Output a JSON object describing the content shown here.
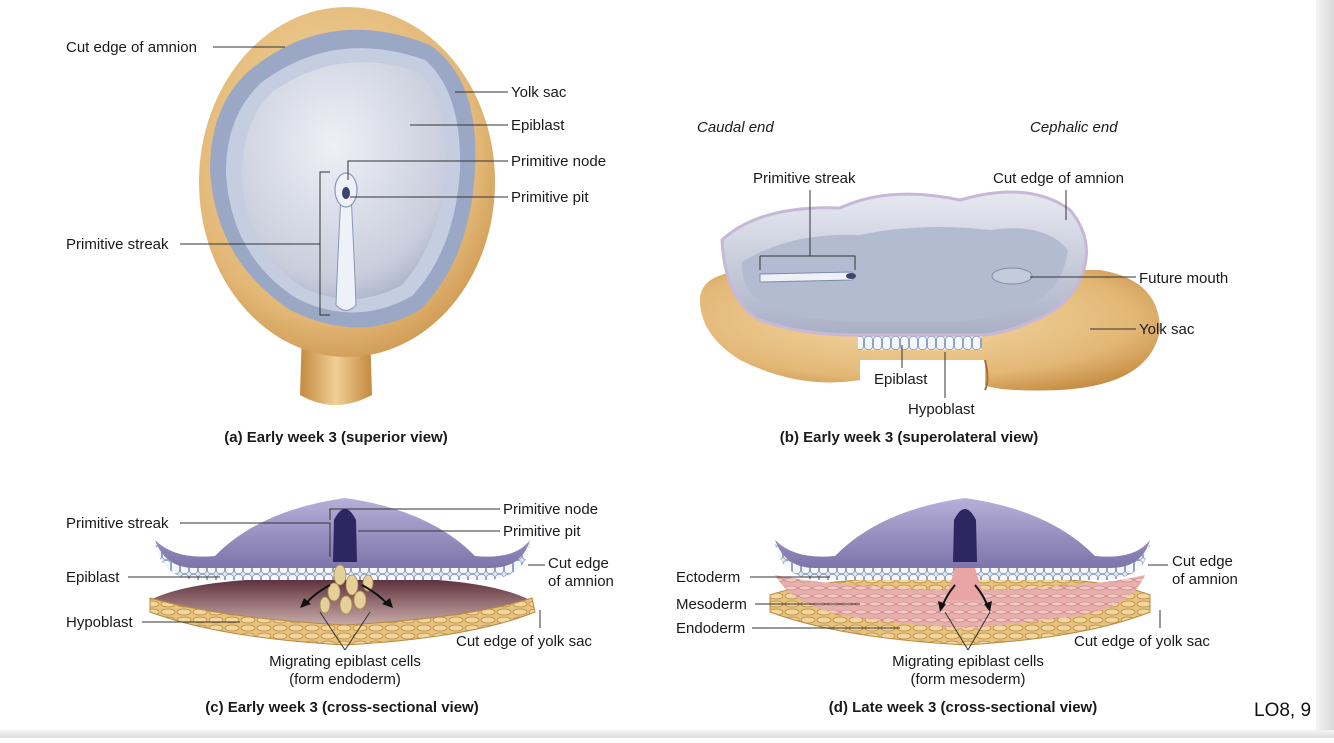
{
  "panel_a": {
    "cut_edge_amnion": "Cut edge of amnion",
    "yolk_sac": "Yolk sac",
    "epiblast": "Epiblast",
    "primitive_node": "Primitive node",
    "primitive_pit": "Primitive pit",
    "primitive_streak": "Primitive streak",
    "caption": "(a) Early week 3 (superior view)"
  },
  "panel_b": {
    "caudal_end": "Caudal end",
    "cephalic_end": "Cephalic end",
    "primitive_streak": "Primitive streak",
    "cut_edge_amnion": "Cut edge of amnion",
    "future_mouth": "Future mouth",
    "yolk_sac": "Yolk sac",
    "epiblast": "Epiblast",
    "hypoblast": "Hypoblast",
    "caption": "(b) Early week 3 (superolateral view)"
  },
  "panel_c": {
    "primitive_streak": "Primitive streak",
    "primitive_node": "Primitive node",
    "primitive_pit": "Primitive pit",
    "epiblast": "Epiblast",
    "hypoblast": "Hypoblast",
    "cut_edge_amnion_1": "Cut edge",
    "cut_edge_amnion_2": "of amnion",
    "cut_edge_yolk_sac": "Cut edge of yolk sac",
    "migrating_1": "Migrating epiblast cells",
    "migrating_2": "(form endoderm)",
    "caption": "(c) Early week 3 (cross-sectional view)"
  },
  "panel_d": {
    "ectoderm": "Ectoderm",
    "mesoderm": "Mesoderm",
    "endoderm": "Endoderm",
    "cut_edge_amnion_1": "Cut edge",
    "cut_edge_amnion_2": "of amnion",
    "cut_edge_yolk_sac": "Cut edge of yolk sac",
    "migrating_1": "Migrating epiblast cells",
    "migrating_2": "(form mesoderm)",
    "caption": "(d) Late week 3 (cross-sectional view)"
  },
  "slide_label": "LO8, 9",
  "colors": {
    "yolk": "#e3b877",
    "yolk_dark": "#c9934a",
    "disc": "#c9cedd",
    "disc_light": "#dfe3ee",
    "rim": "#9aa5c2",
    "purple": "#8f88b8",
    "purple_dark": "#3e3570",
    "cells": "#dfe8f2",
    "mesoderm": "#e6a6a6",
    "cavity": "#6b3f4a"
  }
}
